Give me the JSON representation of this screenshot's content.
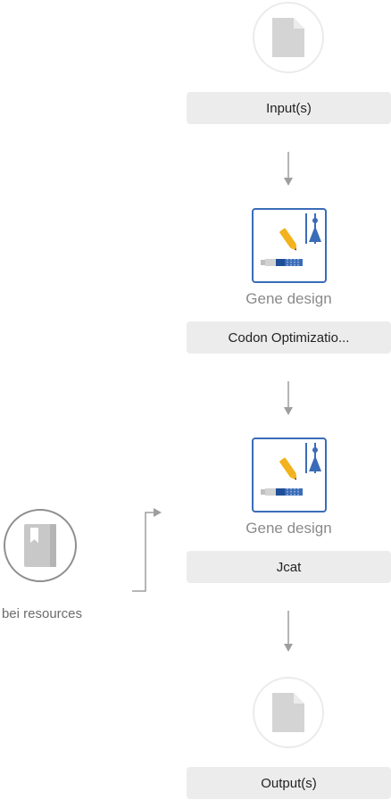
{
  "workflow": {
    "input": {
      "label": "Input(s)",
      "icon": "file-icon"
    },
    "steps": [
      {
        "category": "Gene design",
        "tool": "Codon Optimizatio...",
        "icon": "gene-design-icon"
      },
      {
        "category": "Gene design",
        "tool": "Jcat",
        "icon": "gene-design-icon"
      }
    ],
    "output": {
      "label": "Output(s)",
      "icon": "file-icon"
    },
    "side_resource": {
      "label": "bei resources",
      "icon": "bookmark-book-icon"
    }
  },
  "colors": {
    "tool_border": "#3a6cb8",
    "tool_blue": "#3a6cb8",
    "pencil": "#f2b21d",
    "arrow": "#9e9e9e",
    "label_bg": "#ececec",
    "icon_grey": "#d4d4d4"
  }
}
